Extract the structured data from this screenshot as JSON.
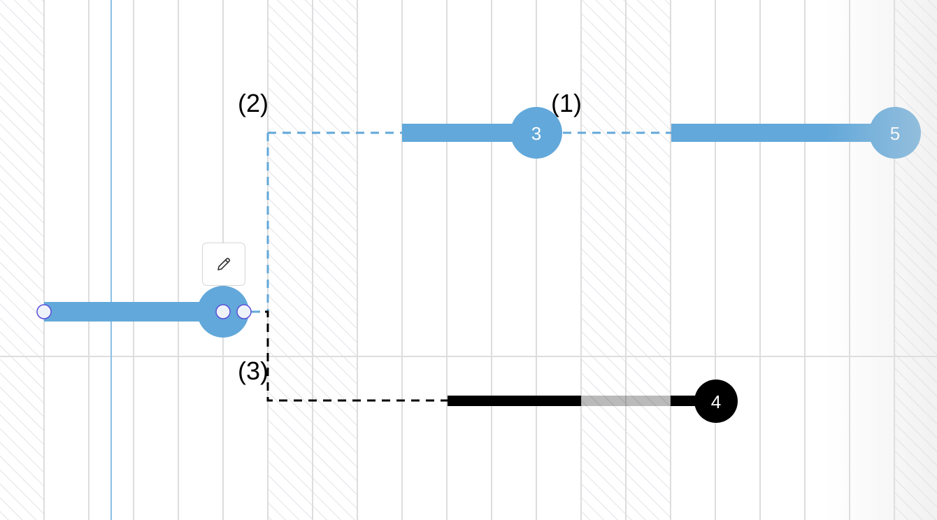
{
  "colors": {
    "accent": "#62a8da",
    "milestone_dark": "#000000",
    "handle_stroke": "#5b4fd6",
    "grid": "#dddddd",
    "today_line": "#8bbfe6"
  },
  "dependency_labels": {
    "first": "(1)",
    "second": "(2)",
    "third": "(3)"
  },
  "tasks": [
    {
      "id": "task-3",
      "label": "3"
    },
    {
      "id": "task-5",
      "label": "5"
    },
    {
      "id": "task-4",
      "label": "4"
    }
  ],
  "selected_task": {
    "edit_icon": "pencil-icon"
  }
}
